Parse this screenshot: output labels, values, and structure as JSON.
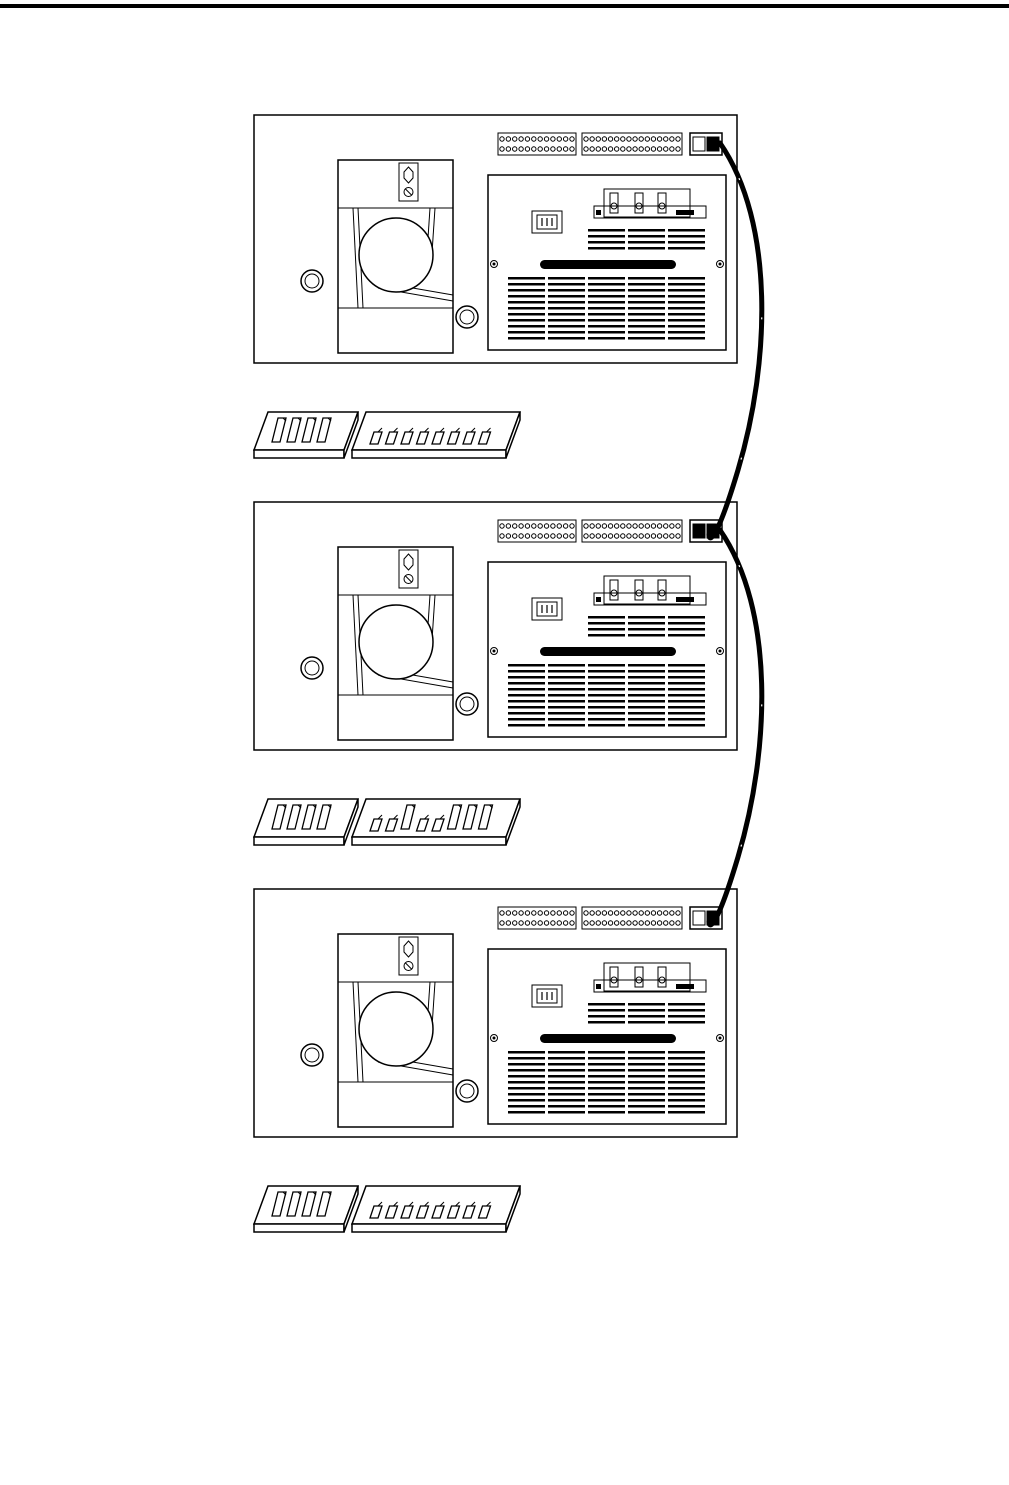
{
  "figure": {
    "units": [
      {
        "id": "unit-1",
        "cable_port_state": [
          "open",
          "filled"
        ],
        "dip_small": [
          "up",
          "up",
          "up",
          "up"
        ],
        "dip_large": [
          "down",
          "down",
          "down",
          "down",
          "down",
          "down",
          "down",
          "down"
        ]
      },
      {
        "id": "unit-2",
        "cable_port_state": [
          "filled",
          "filled"
        ],
        "dip_small": [
          "up",
          "up",
          "up",
          "up"
        ],
        "dip_large": [
          "down",
          "down",
          "up",
          "down",
          "down",
          "up",
          "up",
          "up"
        ]
      },
      {
        "id": "unit-3",
        "cable_port_state": [
          "open",
          "filled"
        ],
        "dip_small": [
          "up",
          "up",
          "up",
          "up"
        ],
        "dip_large": [
          "down",
          "down",
          "down",
          "down",
          "down",
          "down",
          "down",
          "down"
        ]
      }
    ],
    "cables": [
      {
        "from": "unit-1",
        "to": "unit-2"
      },
      {
        "from": "unit-2",
        "to": "unit-3"
      }
    ],
    "colors": {
      "line": "#000000",
      "fill": "#000000",
      "background": "#ffffff"
    }
  }
}
